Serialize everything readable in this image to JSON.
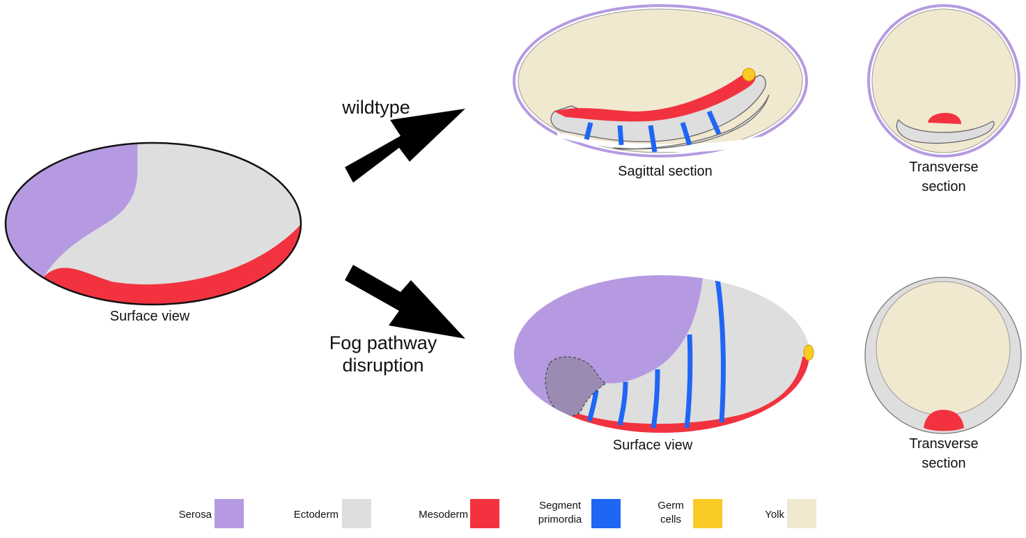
{
  "labels": {
    "left_surface": "Surface view",
    "wildtype": "wildtype",
    "fog": "Fog pathway\ndisruption",
    "sagittal": "Sagittal section",
    "transverse_top": "Transverse\nsection",
    "surface_bottom": "Surface view",
    "transverse_bottom": "Transverse\nsection"
  },
  "colors": {
    "serosa": "#B59AE2",
    "ectoderm": "#DEDEDE",
    "mesoderm": "#F2333F",
    "segment": "#1F66F5",
    "germ": "#FBCB25",
    "yolk": "#F1E8D0",
    "outline": "#111111"
  },
  "legend": [
    {
      "label": "Serosa",
      "color": "#B59AE2"
    },
    {
      "label": "Ectoderm",
      "color": "#DEDEDE"
    },
    {
      "label": "Mesoderm",
      "color": "#F2333F"
    },
    {
      "label": "Segment\nprimordia",
      "color": "#1F66F5"
    },
    {
      "label": "Germ\ncells",
      "color": "#FBCB25"
    },
    {
      "label": "Yolk",
      "color": "#F1E8D0"
    }
  ]
}
